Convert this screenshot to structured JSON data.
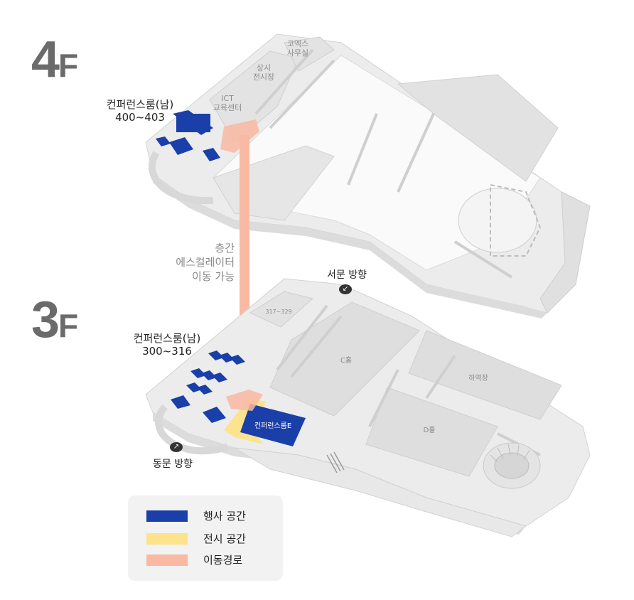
{
  "floors": {
    "upper": {
      "number": "4",
      "suffix": "F"
    },
    "lower": {
      "number": "3",
      "suffix": "F"
    }
  },
  "labels": {
    "room_4f": [
      "컨퍼런스룸(남)",
      "400~403"
    ],
    "room_3f": [
      "컨퍼런스룸(남)",
      "300~316"
    ],
    "coex_office": [
      "코엑스",
      "사무실"
    ],
    "exhibition_hall": [
      "상시",
      "전시장"
    ],
    "ict_center": [
      "ICT",
      "교육센터"
    ],
    "rooms_317": "317~329",
    "escalator_note": [
      "층간",
      "에스컬레이터",
      "이동 가능"
    ],
    "west_gate": "서문 방향",
    "east_gate": "동문 방향",
    "hall_c": "C홀",
    "hall_d": "D홀",
    "loading_dock": "하역장",
    "room_e": "컨퍼런스룸E"
  },
  "legend": [
    {
      "label": "행사 공간",
      "color": "#1a3fa8"
    },
    {
      "label": "전시 공간",
      "color": "#fde38a"
    },
    {
      "label": "이동경로",
      "color": "#f9b9a2"
    }
  ],
  "colors": {
    "event": "#1a3fa8",
    "exhibit": "#fde38a",
    "route": "#f9b9a2",
    "floor_text": "#6b6b6b"
  }
}
